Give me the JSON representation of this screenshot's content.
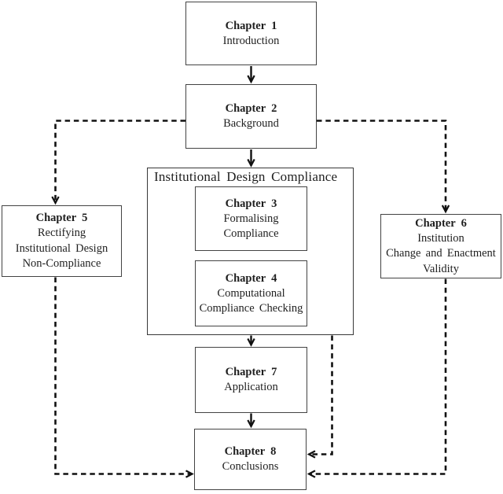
{
  "group": {
    "title": "Institutional Design Compliance"
  },
  "boxes": {
    "ch1": {
      "heading": "Chapter 1",
      "lines": [
        "Introduction"
      ]
    },
    "ch2": {
      "heading": "Chapter 2",
      "lines": [
        "Background"
      ]
    },
    "ch3": {
      "heading": "Chapter 3",
      "lines": [
        "Formalising",
        "Compliance"
      ]
    },
    "ch4": {
      "heading": "Chapter 4",
      "lines": [
        "Computational",
        "Compliance Checking"
      ]
    },
    "ch5": {
      "heading": "Chapter 5",
      "lines": [
        "Rectifying",
        "Institutional Design",
        "Non-Compliance"
      ]
    },
    "ch6": {
      "heading": "Chapter 6",
      "lines": [
        "Institution",
        "Change and Enactment",
        "Validity"
      ]
    },
    "ch7": {
      "heading": "Chapter 7",
      "lines": [
        "Application"
      ]
    },
    "ch8": {
      "heading": "Chapter 8",
      "lines": [
        "Conclusions"
      ]
    }
  },
  "colors": {
    "line": "#111111",
    "box_border": "#434343",
    "text": "#1f1f1f",
    "background": "#ffffff"
  }
}
